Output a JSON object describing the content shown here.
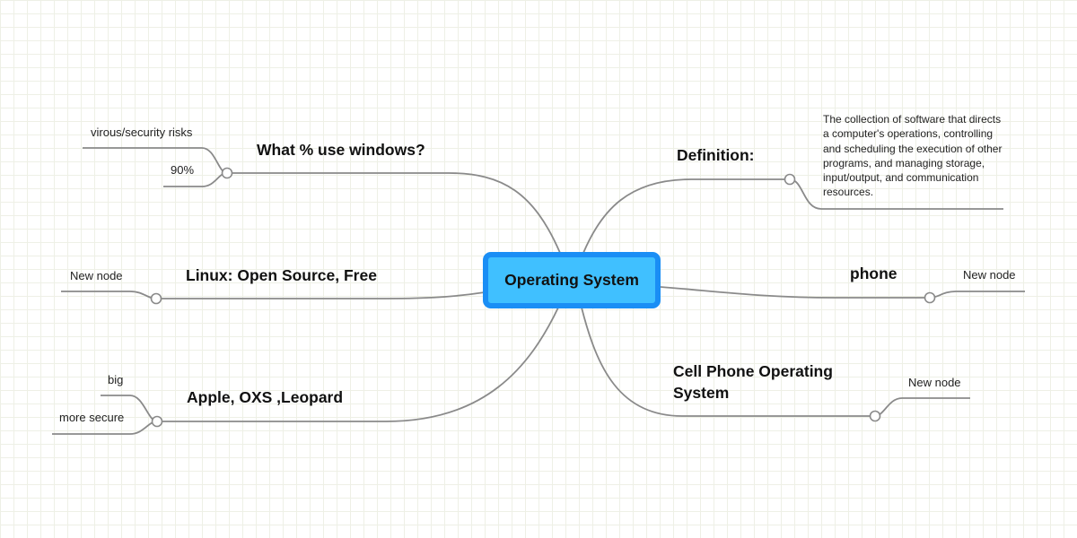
{
  "map": {
    "central": "Operating System",
    "topics": {
      "windows": {
        "label": "What % use windows?",
        "children": [
          "virous/security risks",
          "90%"
        ]
      },
      "linux": {
        "label": "Linux: Open Source, Free",
        "children": [
          "New node"
        ]
      },
      "apple": {
        "label": "Apple, OXS ,Leopard",
        "children": [
          "big",
          "more secure"
        ]
      },
      "definition": {
        "label": "Definition:",
        "children": [
          "The collection of software that directs a computer's operations, controlling and scheduling the execution of other programs, and managing storage, input/output, and communication resources."
        ]
      },
      "phone": {
        "label": "phone",
        "children": [
          "New node"
        ]
      },
      "cellphone": {
        "label": "Cell Phone Operating System",
        "children": [
          "New node"
        ]
      }
    }
  },
  "colors": {
    "central_fill": "#40c0ff",
    "central_border": "#1a8ef5",
    "connector": "#8a8a8a",
    "grid": "#eef0e6"
  }
}
